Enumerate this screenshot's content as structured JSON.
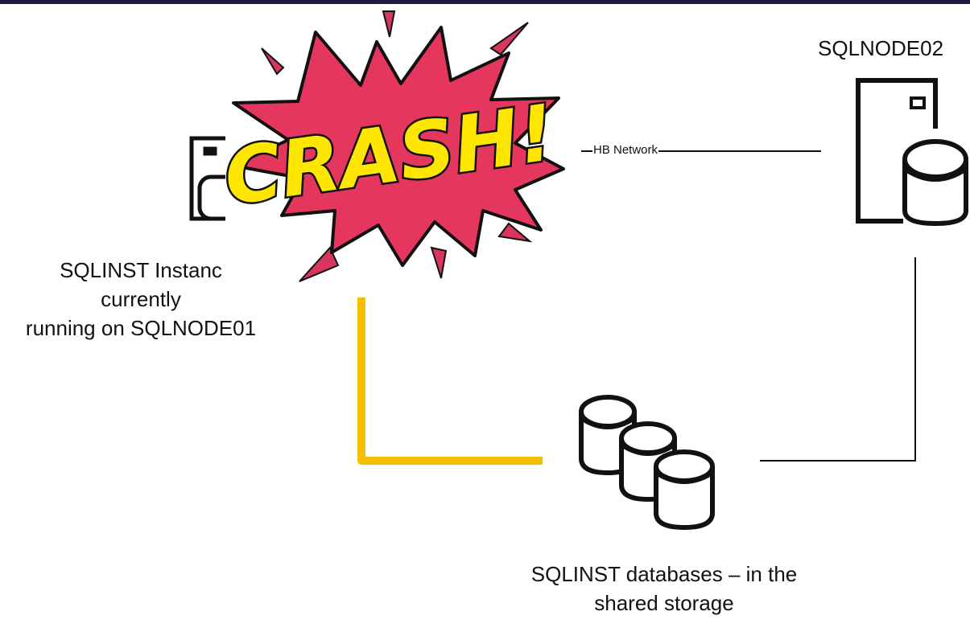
{
  "nodes": {
    "node2_title": "SQLNODE02",
    "instance_label_lines": [
      "SQLINST Instanc",
      "currently",
      "running on SQLNODE01"
    ]
  },
  "network": {
    "hb_label": "HB Network"
  },
  "storage": {
    "label_lines": [
      "SQLINST databases – in the",
      "shared storage"
    ]
  },
  "crash": {
    "text": "CRASH!"
  },
  "colors": {
    "active_link": "#f6c000",
    "crash_burst": "#e5365d",
    "crash_text": "#ffe600",
    "crash_outline": "#111111",
    "shard": "#d9365f",
    "topbar": "#1f1d3f"
  }
}
